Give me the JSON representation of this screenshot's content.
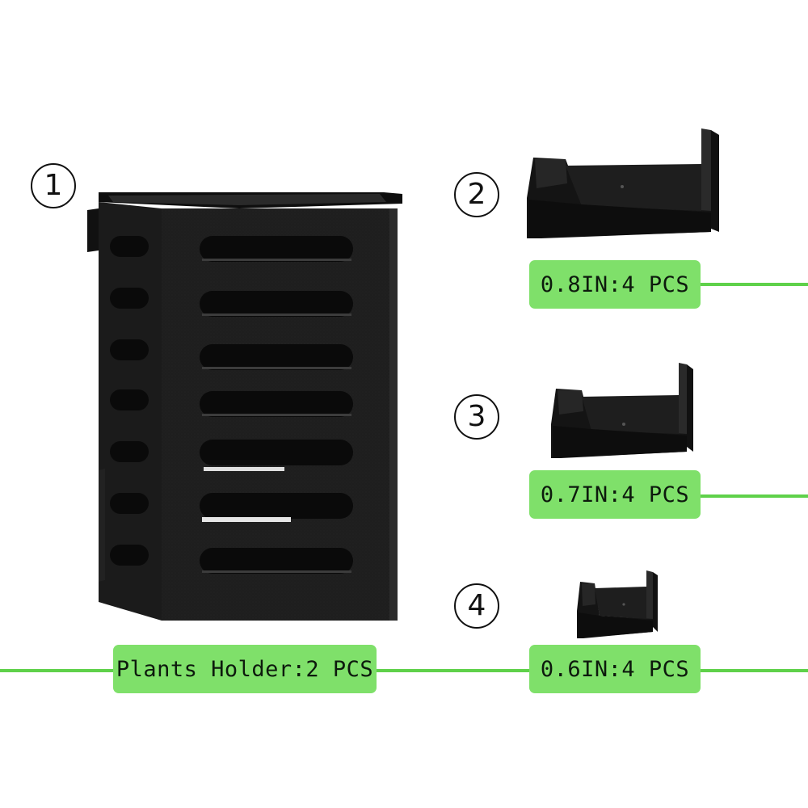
{
  "items": [
    {
      "number": "1",
      "label": "Plants Holder:2 PCS",
      "icon": "holder-basket"
    },
    {
      "number": "2",
      "label": "0.8IN:4 PCS",
      "icon": "bracket-large"
    },
    {
      "number": "3",
      "label": "0.7IN:4 PCS",
      "icon": "bracket-medium"
    },
    {
      "number": "4",
      "label": "0.6IN:4 PCS",
      "icon": "bracket-small"
    }
  ],
  "colors": {
    "label_bg": "#7fe06a",
    "line": "#5fd14a",
    "product": "#151515"
  }
}
